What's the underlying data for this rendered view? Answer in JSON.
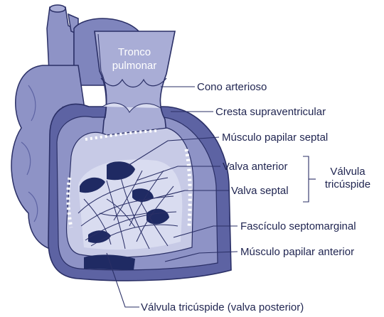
{
  "figure": {
    "inner_title_line1": "Tronco",
    "inner_title_line2": "pulmonar",
    "labels": {
      "cono": "Cono arterioso",
      "cresta": "Cresta supraventricular",
      "musculo_septal": "Músculo papilar septal",
      "valva_anterior": "Valva anterior",
      "valva_septal": "Valva septal",
      "valvula_group_line1": "Válvula",
      "valvula_group_line2": "tricúspide",
      "fasciculo": "Fascículo septomarginal",
      "musculo_anterior": "Músculo papilar anterior",
      "valvula_posterior": "Válvula tricúspide (valva posterior)"
    },
    "colors": {
      "outline": "#2a2f66",
      "heart_body": "#8e93c6",
      "heart_light": "#a9add6",
      "wall_dark": "#5d63a3",
      "cavity": "#c7cae6",
      "cavity_inner": "#d9dcf0",
      "muscle_dark": "#1f2a63",
      "label_text": "#1f2450"
    }
  }
}
